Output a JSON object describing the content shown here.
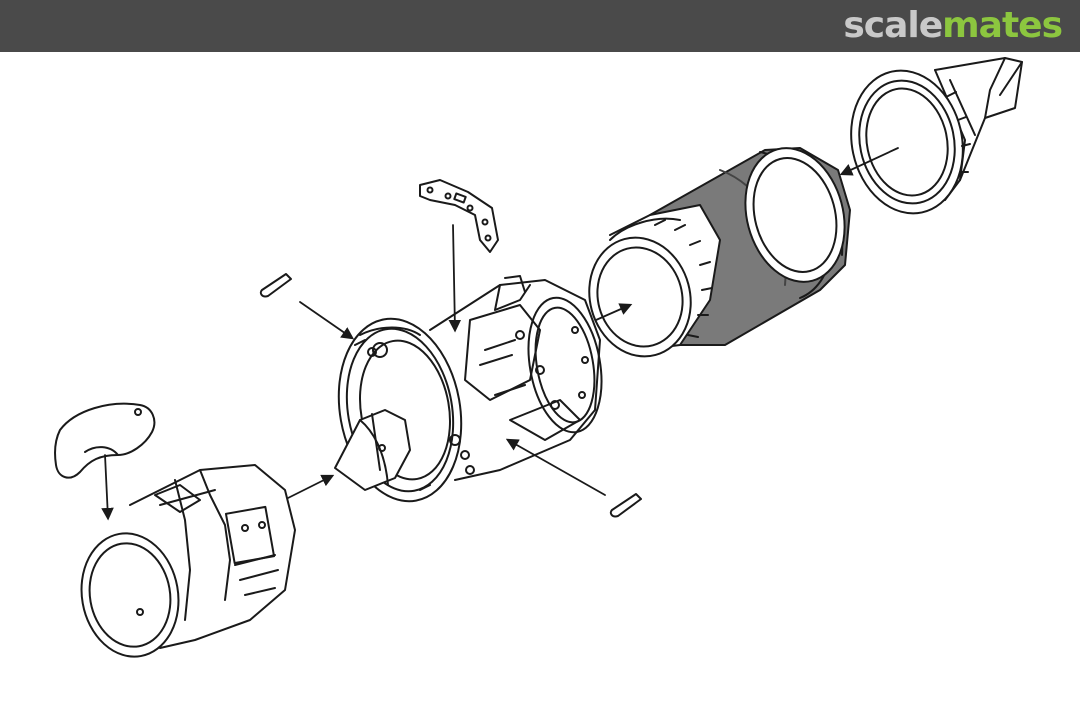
{
  "header": {
    "logo_part1": "scale",
    "logo_part2": "mates",
    "colors": {
      "bar": "#4a4a4a",
      "scale": "#c9c9c9",
      "mates": "#8cc63f"
    }
  },
  "drawing": {
    "style": "black line art exploded view with arrows",
    "colors": {
      "line": "#1a1a1a",
      "casing_fill": "#7a7a7a",
      "part_fill": "#ffffff"
    }
  }
}
